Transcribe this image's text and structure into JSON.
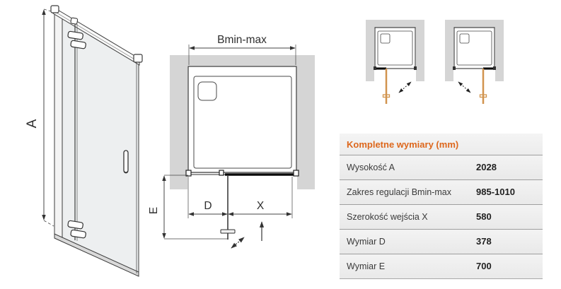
{
  "elevation": {
    "dim_label": "A"
  },
  "plan": {
    "dim_width_label": "Bmin-max",
    "dim_d_label": "D",
    "dim_x_label": "X",
    "dim_e_label": "E"
  },
  "table": {
    "title": "Kompletne wymiary (mm)",
    "rows": [
      {
        "label": "Wysokość A",
        "value": "2028"
      },
      {
        "label": "Zakres regulacji Bmin-max",
        "value": "985-1010"
      },
      {
        "label": "Szerokość wejścia X",
        "value": "580"
      },
      {
        "label": "Wymiar D",
        "value": "378"
      },
      {
        "label": "Wymiar E",
        "value": "700"
      }
    ]
  },
  "colors": {
    "accent_orange": "#dd671c",
    "open_door_orange": "#d1944e",
    "wall_gray": "#d5d5d5",
    "glass_gray": "#edeff0",
    "table_background": "#efefef",
    "divider_gray": "#9e9e9e",
    "line_dark": "#333333"
  }
}
